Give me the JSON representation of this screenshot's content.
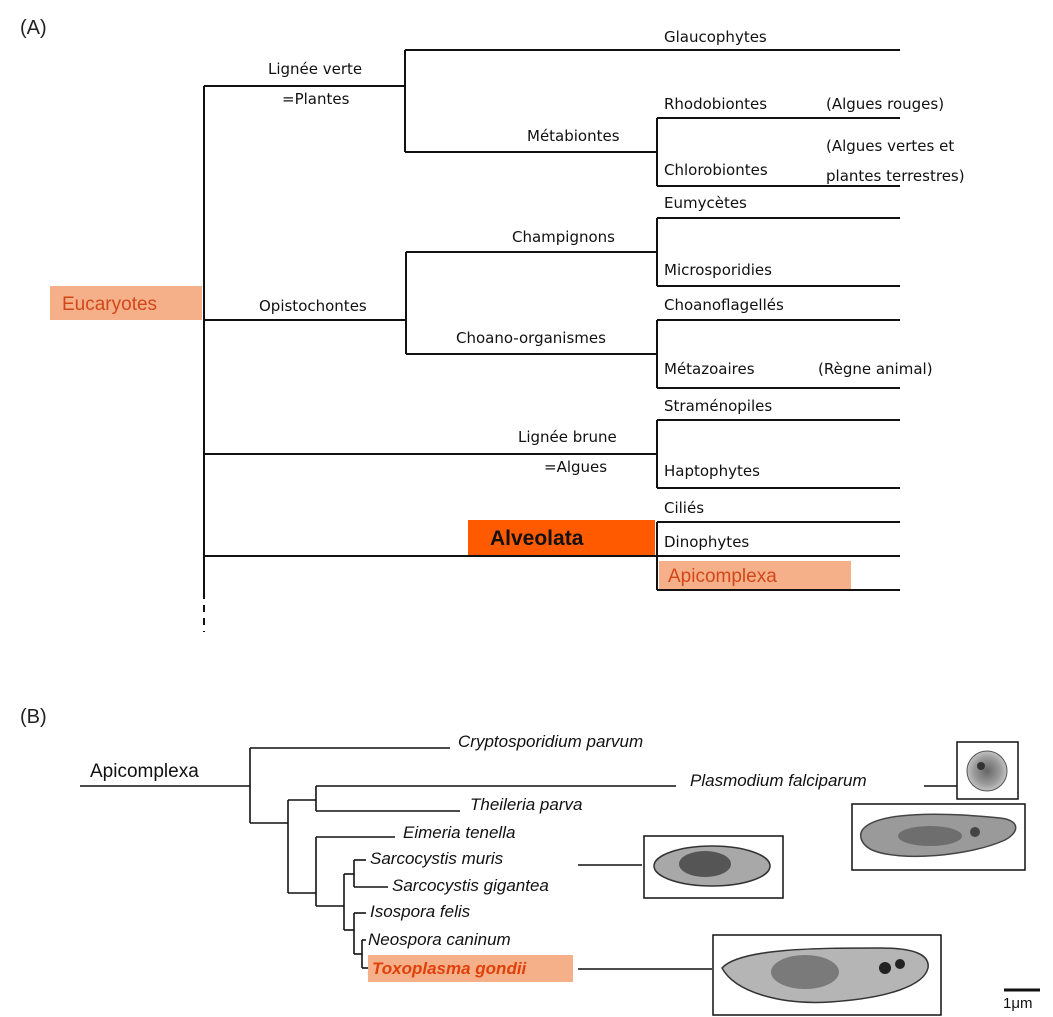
{
  "panel_a": {
    "label": "(A)",
    "root": "Eucaryotes",
    "lignee_verte": [
      "Lignée verte",
      "=Plantes"
    ],
    "glaucophytes": "Glaucophytes",
    "metabiontes": "Métabiontes",
    "rhodobiontes": "Rhodobiontes",
    "rhodobiontes_note": "(Algues rouges)",
    "chlorobiontes": "Chlorobiontes",
    "chlorobiontes_note": [
      "(Algues vertes et",
      "plantes terrestres)"
    ],
    "opistochontes": "Opistochontes",
    "champignons": "Champignons",
    "eumycetes": "Eumycètes",
    "microsporidies": "Microsporidies",
    "choano_organismes": "Choano-organismes",
    "choanoflagelles": "Choanoflagellés",
    "metazoaires": "Métazoaires",
    "metazoaires_note": "(Règne animal)",
    "lignee_brune": [
      "Lignée brune",
      "=Algues"
    ],
    "stramenopiles": "Straménopiles",
    "haptophytes": "Haptophytes",
    "alveolata": "Alveolata",
    "cilies": "Ciliés",
    "dinophytes": "Dinophytes",
    "apicomplexa": "Apicomplexa"
  },
  "panel_b": {
    "label": "(B)",
    "root": "Apicomplexa",
    "taxa": {
      "cryptosporidium": "Cryptosporidium parvum",
      "plasmodium": "Plasmodium falciparum",
      "theileria": "Theileria parva",
      "eimeria": "Eimeria tenella",
      "sarcocystis_muris": "Sarcocystis muris",
      "sarcocystis_gigantea": "Sarcocystis gigantea",
      "isospora": "Isospora felis",
      "neospora": "Neospora caninum",
      "toxoplasma": "Toxoplasma gondii"
    },
    "scale_bar": "1μm"
  },
  "colors": {
    "highlight_light": "#f5b08a",
    "highlight_strong": "#ff5a00",
    "highlight_text": "#e0400a",
    "line": "#111111"
  }
}
